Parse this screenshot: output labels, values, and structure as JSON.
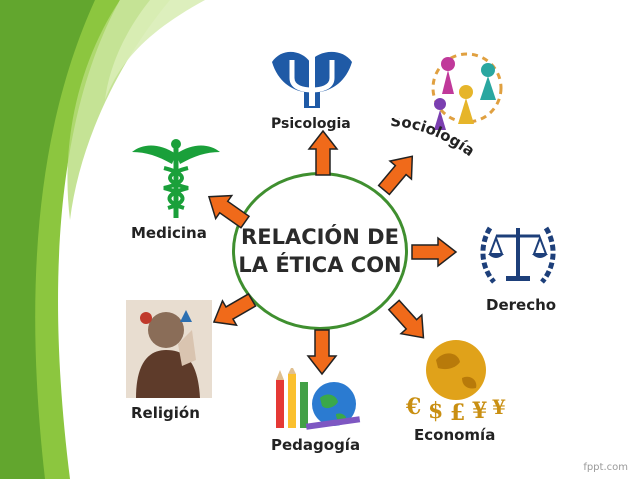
{
  "center": {
    "line1": "RELACIÓN DE",
    "line2": "LA ÉTICA CON"
  },
  "labels": {
    "psicologia": "Psicologia",
    "sociologia": "Sociología",
    "medicina": "Medicina",
    "derecho": "Derecho",
    "religion": "Religión",
    "pedagogia": "Pedagogía",
    "economia": "Economía"
  },
  "watermark": "fppt.com",
  "colors": {
    "arrow": "#f06a1a",
    "circle": "#3f8f2f",
    "swoosh": "#7cc043"
  }
}
